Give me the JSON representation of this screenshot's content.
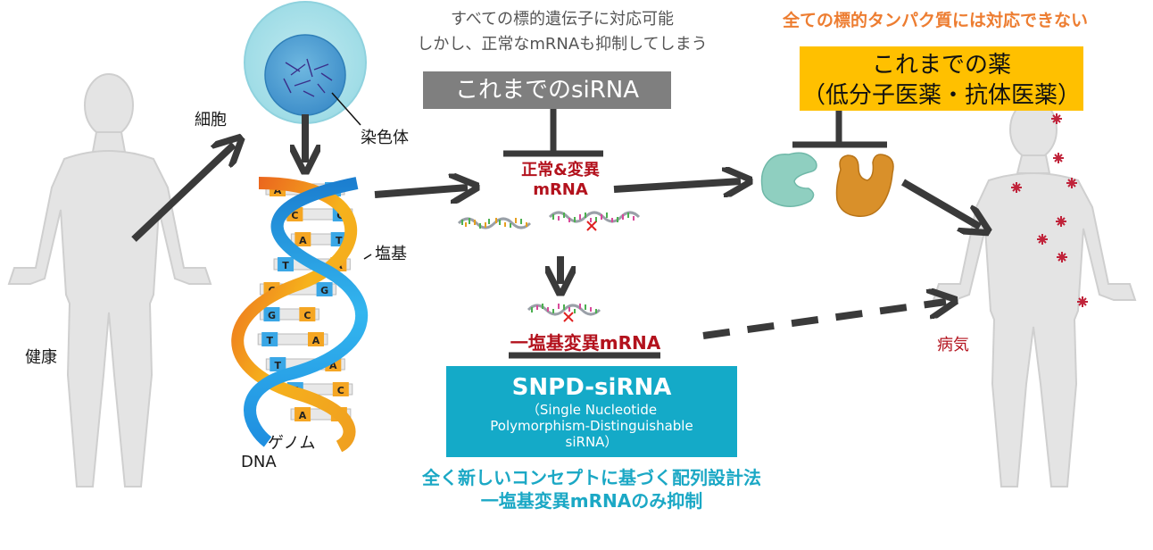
{
  "labels": {
    "healthy": "健康",
    "cell": "細胞",
    "chromosome": "染色体",
    "base": "塩基",
    "genome": "ゲノム",
    "dna": "DNA",
    "disease": "病気"
  },
  "conventional_sirna": {
    "note_line1": "すべての標的遺伝子に対応可能",
    "note_line2": "しかし、正常なmRNAも抑制してしまう",
    "box_label": "これまでのsiRNA"
  },
  "mrna": {
    "normal_mutant_line1": "正常&変異",
    "normal_mutant_line2": "mRNA",
    "snp_mutant": "一塩基変異mRNA"
  },
  "conventional_drugs": {
    "note": "全ての標的タンパク質には対応できない",
    "box_line1": "これまでの薬",
    "box_line2": "（低分子医薬・抗体医薬）"
  },
  "snpd": {
    "title": "SNPD-siRNA",
    "sub_line1": "（Single Nucleotide",
    "sub_line2": "Polymorphism-Distinguishable",
    "sub_line3": "siRNA）",
    "caption_line1": "全く新しいコンセプトに基づく配列設計法",
    "caption_line2": "一塩基変異mRNAのみ抑制"
  },
  "dna_bases": [
    "A",
    "T",
    "C",
    "G",
    "A",
    "T",
    "T",
    "A",
    "C",
    "G",
    "G",
    "C",
    "T",
    "A",
    "T",
    "A",
    "G",
    "C",
    "A",
    "C"
  ],
  "colors": {
    "arrow": "#3a3a3a",
    "red_text": "#b3121d",
    "orange_text": "#ed7d31",
    "teal_box": "#14aac8",
    "teal_text": "#1ba8c5",
    "gray_box": "#7f7f7f",
    "yellow_box": "#ffc000"
  }
}
